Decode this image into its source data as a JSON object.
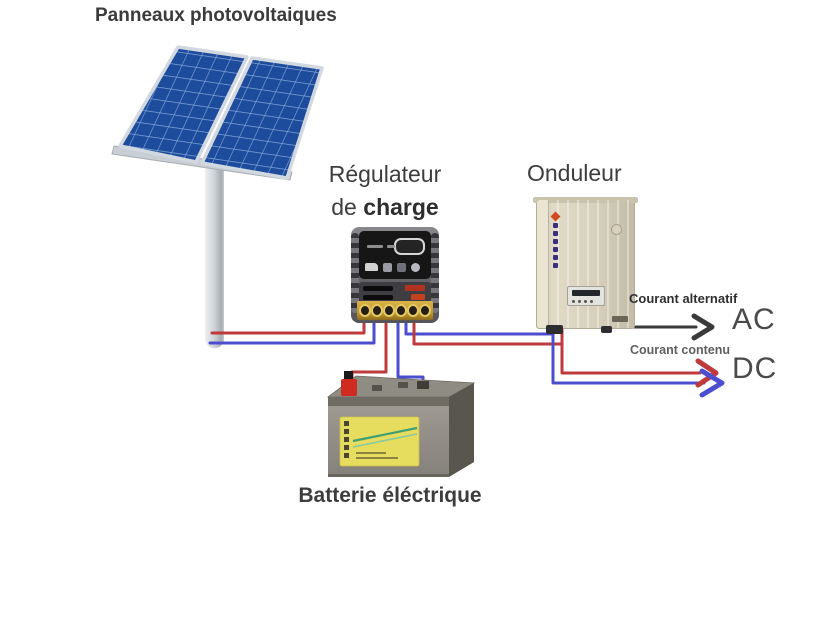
{
  "labels": {
    "solar_panels": "Panneaux photovoltaiques",
    "regulator_line1": "Régulateur",
    "regulator_line2_prefix": "de",
    "regulator_line2_bold": "charge",
    "inverter": "Onduleur",
    "battery": "Batterie éléctrique",
    "ac_caption": "Courant alternatif",
    "ac_abbr": "AC",
    "dc_caption": "Courant contenu",
    "dc_abbr": "DC"
  },
  "colors": {
    "wire_red": "#bf3a3a",
    "wire_blue": "#4d4dcf",
    "wire_ac_black": "#3a3a3a",
    "panel_blue": "#1e4c9c",
    "inverter_beige": "#d6d0bb",
    "battery_gray": "#96928a",
    "battery_label_yellow": "#e6dc5e",
    "text_dark": "#3d3d3d"
  }
}
